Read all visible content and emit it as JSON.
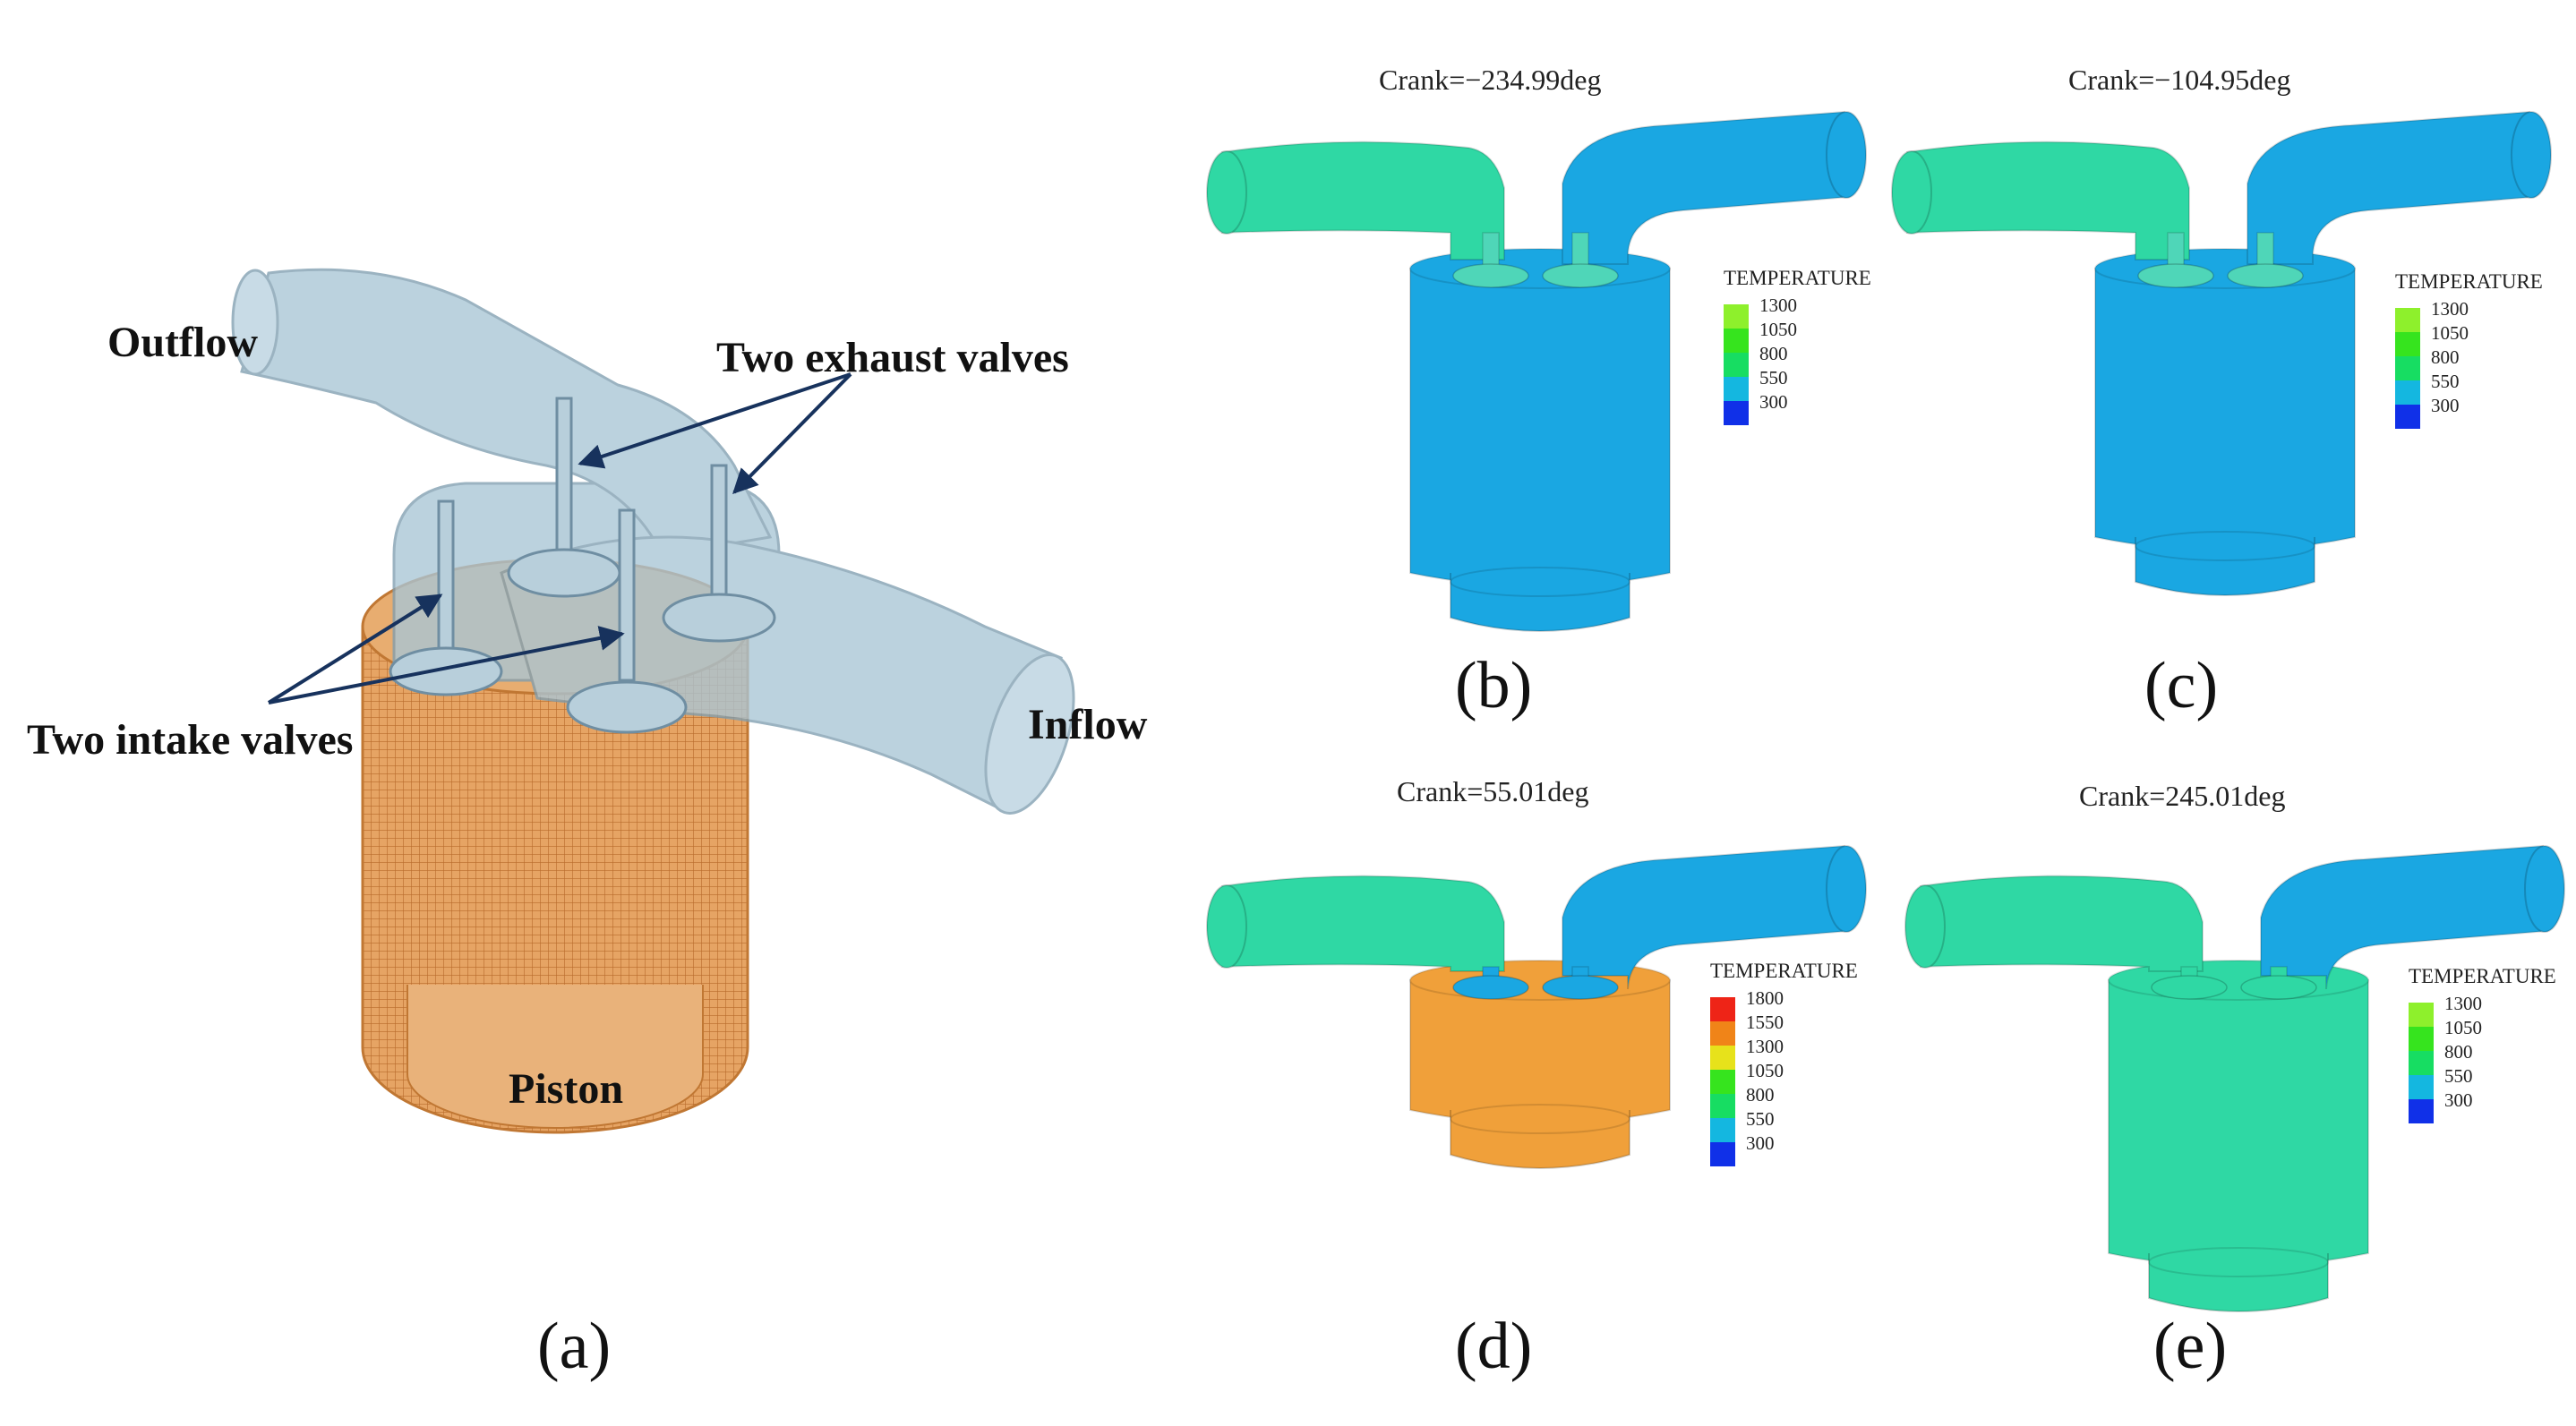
{
  "panel_a": {
    "letter": "(a)",
    "labels": {
      "outflow": "Outflow",
      "exhaust": "Two exhaust valves",
      "intake": "Two intake valves",
      "inflow": "Inflow",
      "piston": "Piston"
    },
    "colors": {
      "gas": "#a9c6d6",
      "mesh": "#e39a56",
      "arrow": "#17325d"
    }
  },
  "panels": [
    {
      "id": "b",
      "letter": "(b)",
      "crank": "Crank=−234.99deg",
      "legend": {
        "title": "TEMPERATURE",
        "values": [
          "1300",
          "1050",
          "800",
          "550",
          "300"
        ],
        "colors": [
          "#8ef02c",
          "#36e41e",
          "#17dd62",
          "#14b7e0",
          "#1030e8"
        ]
      },
      "colors": {
        "left_pipe": "#2fd8a4",
        "right_pipe": "#1aa7e2",
        "cylinder": "#1aa7e2",
        "valve": "#4fd6b8"
      }
    },
    {
      "id": "c",
      "letter": "(c)",
      "crank": "Crank=−104.95deg",
      "legend": {
        "title": "TEMPERATURE",
        "values": [
          "1300",
          "1050",
          "800",
          "550",
          "300"
        ],
        "colors": [
          "#8ef02c",
          "#36e41e",
          "#17dd62",
          "#14b7e0",
          "#1030e8"
        ]
      },
      "colors": {
        "left_pipe": "#2fd8a4",
        "right_pipe": "#1aa7e2",
        "cylinder": "#1aa7e2",
        "valve": "#4fd6b8"
      }
    },
    {
      "id": "d",
      "letter": "(d)",
      "crank": "Crank=55.01deg",
      "legend": {
        "title": "TEMPERATURE",
        "values": [
          "1800",
          "1550",
          "1300",
          "1050",
          "800",
          "550",
          "300"
        ],
        "colors": [
          "#ee2417",
          "#f08418",
          "#e7e21b",
          "#36e41e",
          "#17dd62",
          "#14b7e0",
          "#1030e8"
        ]
      },
      "colors": {
        "left_pipe": "#2fd8a4",
        "right_pipe": "#1aa7e2",
        "cylinder": "#f0a03a",
        "valve": "#1aa7e2"
      }
    },
    {
      "id": "e",
      "letter": "(e)",
      "crank": "Crank=245.01deg",
      "legend": {
        "title": "TEMPERATURE",
        "values": [
          "1300",
          "1050",
          "800",
          "550",
          "300"
        ],
        "colors": [
          "#8ef02c",
          "#36e41e",
          "#17dd62",
          "#14b7e0",
          "#1030e8"
        ]
      },
      "colors": {
        "left_pipe": "#2fd8a4",
        "right_pipe": "#1aa7e2",
        "cylinder": "#2fd8a4",
        "valve": "#2fd8a4"
      }
    }
  ]
}
